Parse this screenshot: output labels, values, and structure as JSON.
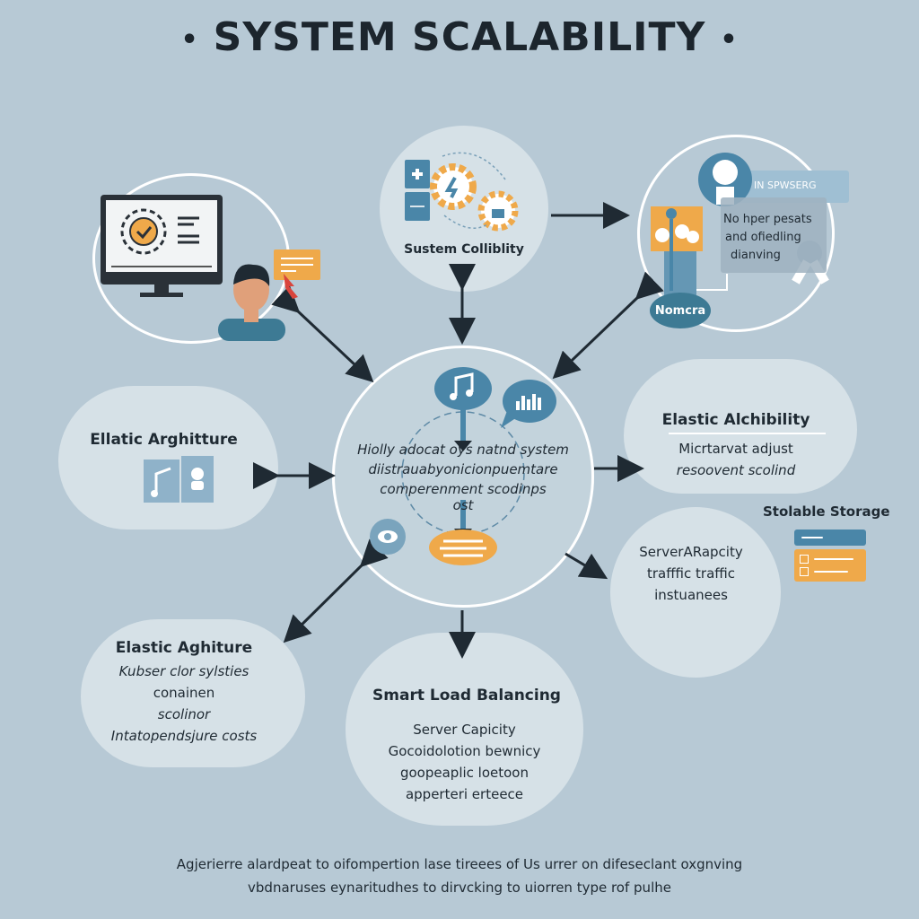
{
  "title": "SYSTEM SCALABILITY",
  "title_bullet": "•",
  "colors": {
    "background": "#b7c9d5",
    "bubble": "#d6e1e7",
    "accent_blue": "#4a86a8",
    "accent_orange": "#efa94a",
    "dark": "#1f2a33"
  },
  "nodes": {
    "top_left": {
      "icons": [
        "monitor-icon",
        "gear-clock-icon",
        "person-icon",
        "message-card-icon",
        "cursor-icon"
      ]
    },
    "top_center": {
      "label": "Sustem Colliblity",
      "icons": [
        "server-panel-icon",
        "gear-icon",
        "cycle-arrows-icon"
      ]
    },
    "top_right": {
      "banner": "IN SPWSERG",
      "card_lines": [
        "No hper pesats",
        "and ofiedling",
        "dianving"
      ],
      "badge": "Nomcra",
      "icons": [
        "avatar-icon",
        "team-icon",
        "wrench-icon"
      ]
    },
    "center": {
      "lines": [
        "Hiolly adocat oys natnd system",
        "diistrauabyonicionpuemtare",
        "comperenment scodinps",
        "ost"
      ],
      "icons": [
        "music-note-icon",
        "chart-bubble-icon",
        "cloud-gear-icon",
        "database-icon"
      ]
    },
    "left_mid": {
      "heading": "Ellatic Arghitture",
      "icons": [
        "music-tile-icon",
        "user-tile-icon"
      ]
    },
    "right_mid": {
      "heading": "Elastic Alchibility",
      "lines": [
        "Micrtarvat adjust",
        "resoovent scolind"
      ]
    },
    "storage": {
      "heading": "Stolable Storage",
      "icons": [
        "storage-panel-icon"
      ]
    },
    "right_lower": {
      "lines": [
        "ServerARapcity",
        "trafffic traffic",
        "instuanees"
      ]
    },
    "bottom_left": {
      "heading": "Elastic Aghiture",
      "lines": [
        "Kubser clor sylsties",
        "conainen",
        "scolinor",
        "Intatopendsjure costs"
      ]
    },
    "bottom_center": {
      "heading": "Smart Load Balancing",
      "lines": [
        "Server Capicity",
        "Gocoidolotion bewnicy",
        "goopeaplic loetoon",
        "apperteri erteece"
      ]
    }
  },
  "footer": {
    "lines": [
      "Agjerierre alardpeat to oifompertion lase tireees of Us urrer on difeseclant oxgnving",
      "vbdnaruses eynaritudhes to dirvcking to uiorren type rof pulhe"
    ]
  }
}
